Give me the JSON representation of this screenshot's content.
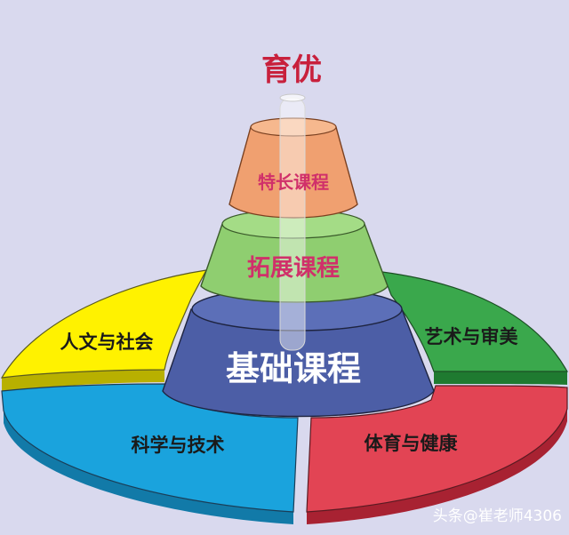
{
  "diagram": {
    "top_label": "育优",
    "tiers": [
      {
        "label": "特长课程",
        "color": "#f0a070"
      },
      {
        "label": "拓展课程",
        "color": "#8fce70"
      },
      {
        "label": "基础课程",
        "color": "#4c5ea6"
      }
    ],
    "segments": [
      {
        "label": "人文与社会",
        "color": "#fff200"
      },
      {
        "label": "艺术与审美",
        "color": "#3aa84c"
      },
      {
        "label": "科学与技术",
        "color": "#1aa3dd"
      },
      {
        "label": "体育与健康",
        "color": "#e24454"
      }
    ]
  },
  "watermark": "头条@崔老师4306"
}
